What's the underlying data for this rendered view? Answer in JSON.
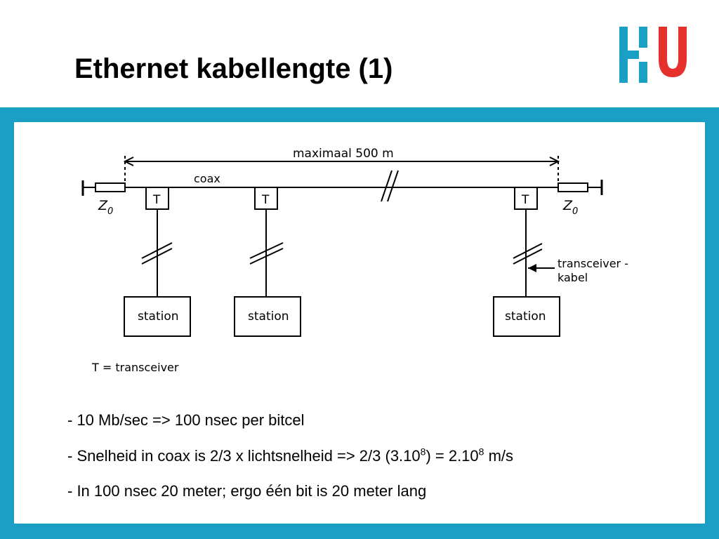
{
  "slide": {
    "title": "Ethernet kabellengte (1)",
    "logo": {
      "name": "HU",
      "colors": {
        "teal": "#1aa0c5",
        "red": "#e5302c"
      }
    }
  },
  "diagram": {
    "max_length_label": "maximaal 500 m",
    "cable_label": "coax",
    "terminator_labels": [
      "Z",
      "Z"
    ],
    "terminator_subscripts": [
      "0",
      "0"
    ],
    "transceiver_labels": [
      "T",
      "T",
      "T"
    ],
    "station_labels": [
      "station",
      "station",
      "station"
    ],
    "transceiver_cable_label_line1": "transceiver -",
    "transceiver_cable_label_line2": "kabel",
    "legend": "T = transceiver"
  },
  "bullets": [
    {
      "text": "- 10 Mb/sec => 100 nsec per bitcel"
    },
    {
      "parts": [
        "- Snelheid in coax is 2/3 x lichtsnelheid => 2/3 (3.10",
        "8",
        ") = 2.10",
        "8",
        " m/s"
      ]
    },
    {
      "text": "- In 100 nsec 20 meter; ergo één bit is 20 meter lang"
    }
  ],
  "colors": {
    "frame": "#1aa0c5",
    "background": "#ffffff",
    "text": "#000000"
  }
}
